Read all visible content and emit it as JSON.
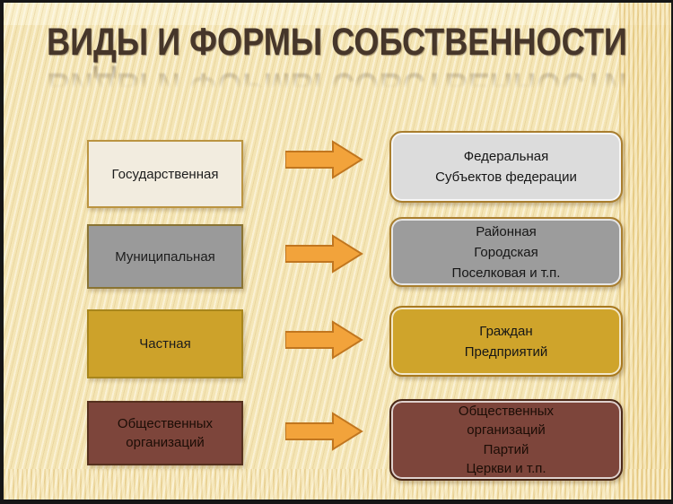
{
  "title": {
    "text": "ВИДЫ И ФОРМЫ СОБСТВЕННОСТИ"
  },
  "palette": {
    "background": "#f4e5b5",
    "frame": "#161616",
    "title_color": "#46362a",
    "arrow_fill": "#f2a33b",
    "arrow_stroke": "#c1761f"
  },
  "rows": [
    {
      "name": "state",
      "left": {
        "label": "Государственная",
        "bg": "#f2ecdf",
        "border": "#bb9440",
        "fg": "#1d1d1d"
      },
      "right": {
        "lines": [
          "Федеральная",
          "Субъектов федерации"
        ],
        "bg": "#dcdcdc",
        "border": "#a97e2e",
        "fg": "#161616"
      }
    },
    {
      "name": "municipal",
      "left": {
        "label": "Муниципальная",
        "bg": "#9a9a9a",
        "border": "#8a7433",
        "fg": "#1d1d1d"
      },
      "right": {
        "lines": [
          "Районная",
          "Городская",
          "Поселковая и т.п."
        ],
        "bg": "#9c9c9c",
        "border": "#a97e2e",
        "fg": "#161616"
      }
    },
    {
      "name": "private",
      "left": {
        "label": "Частная",
        "bg": "#cda22a",
        "border": "#a8861c",
        "fg": "#1d1d1d"
      },
      "right": {
        "lines": [
          "Граждан",
          "Предприятий"
        ],
        "bg": "#cfa42b",
        "border": "#a8791f",
        "fg": "#161616"
      }
    },
    {
      "name": "public",
      "left": {
        "label": "Общественных организаций",
        "bg": "#7d453b",
        "border": "#55301e",
        "fg": "#1c0d06"
      },
      "right": {
        "lines": [
          "Общественных",
          "организаций",
          "Партий",
          "Церкви  и т.п."
        ],
        "bg": "#7d453b",
        "border": "#4a2817",
        "fg": "#1c0d06"
      }
    }
  ]
}
